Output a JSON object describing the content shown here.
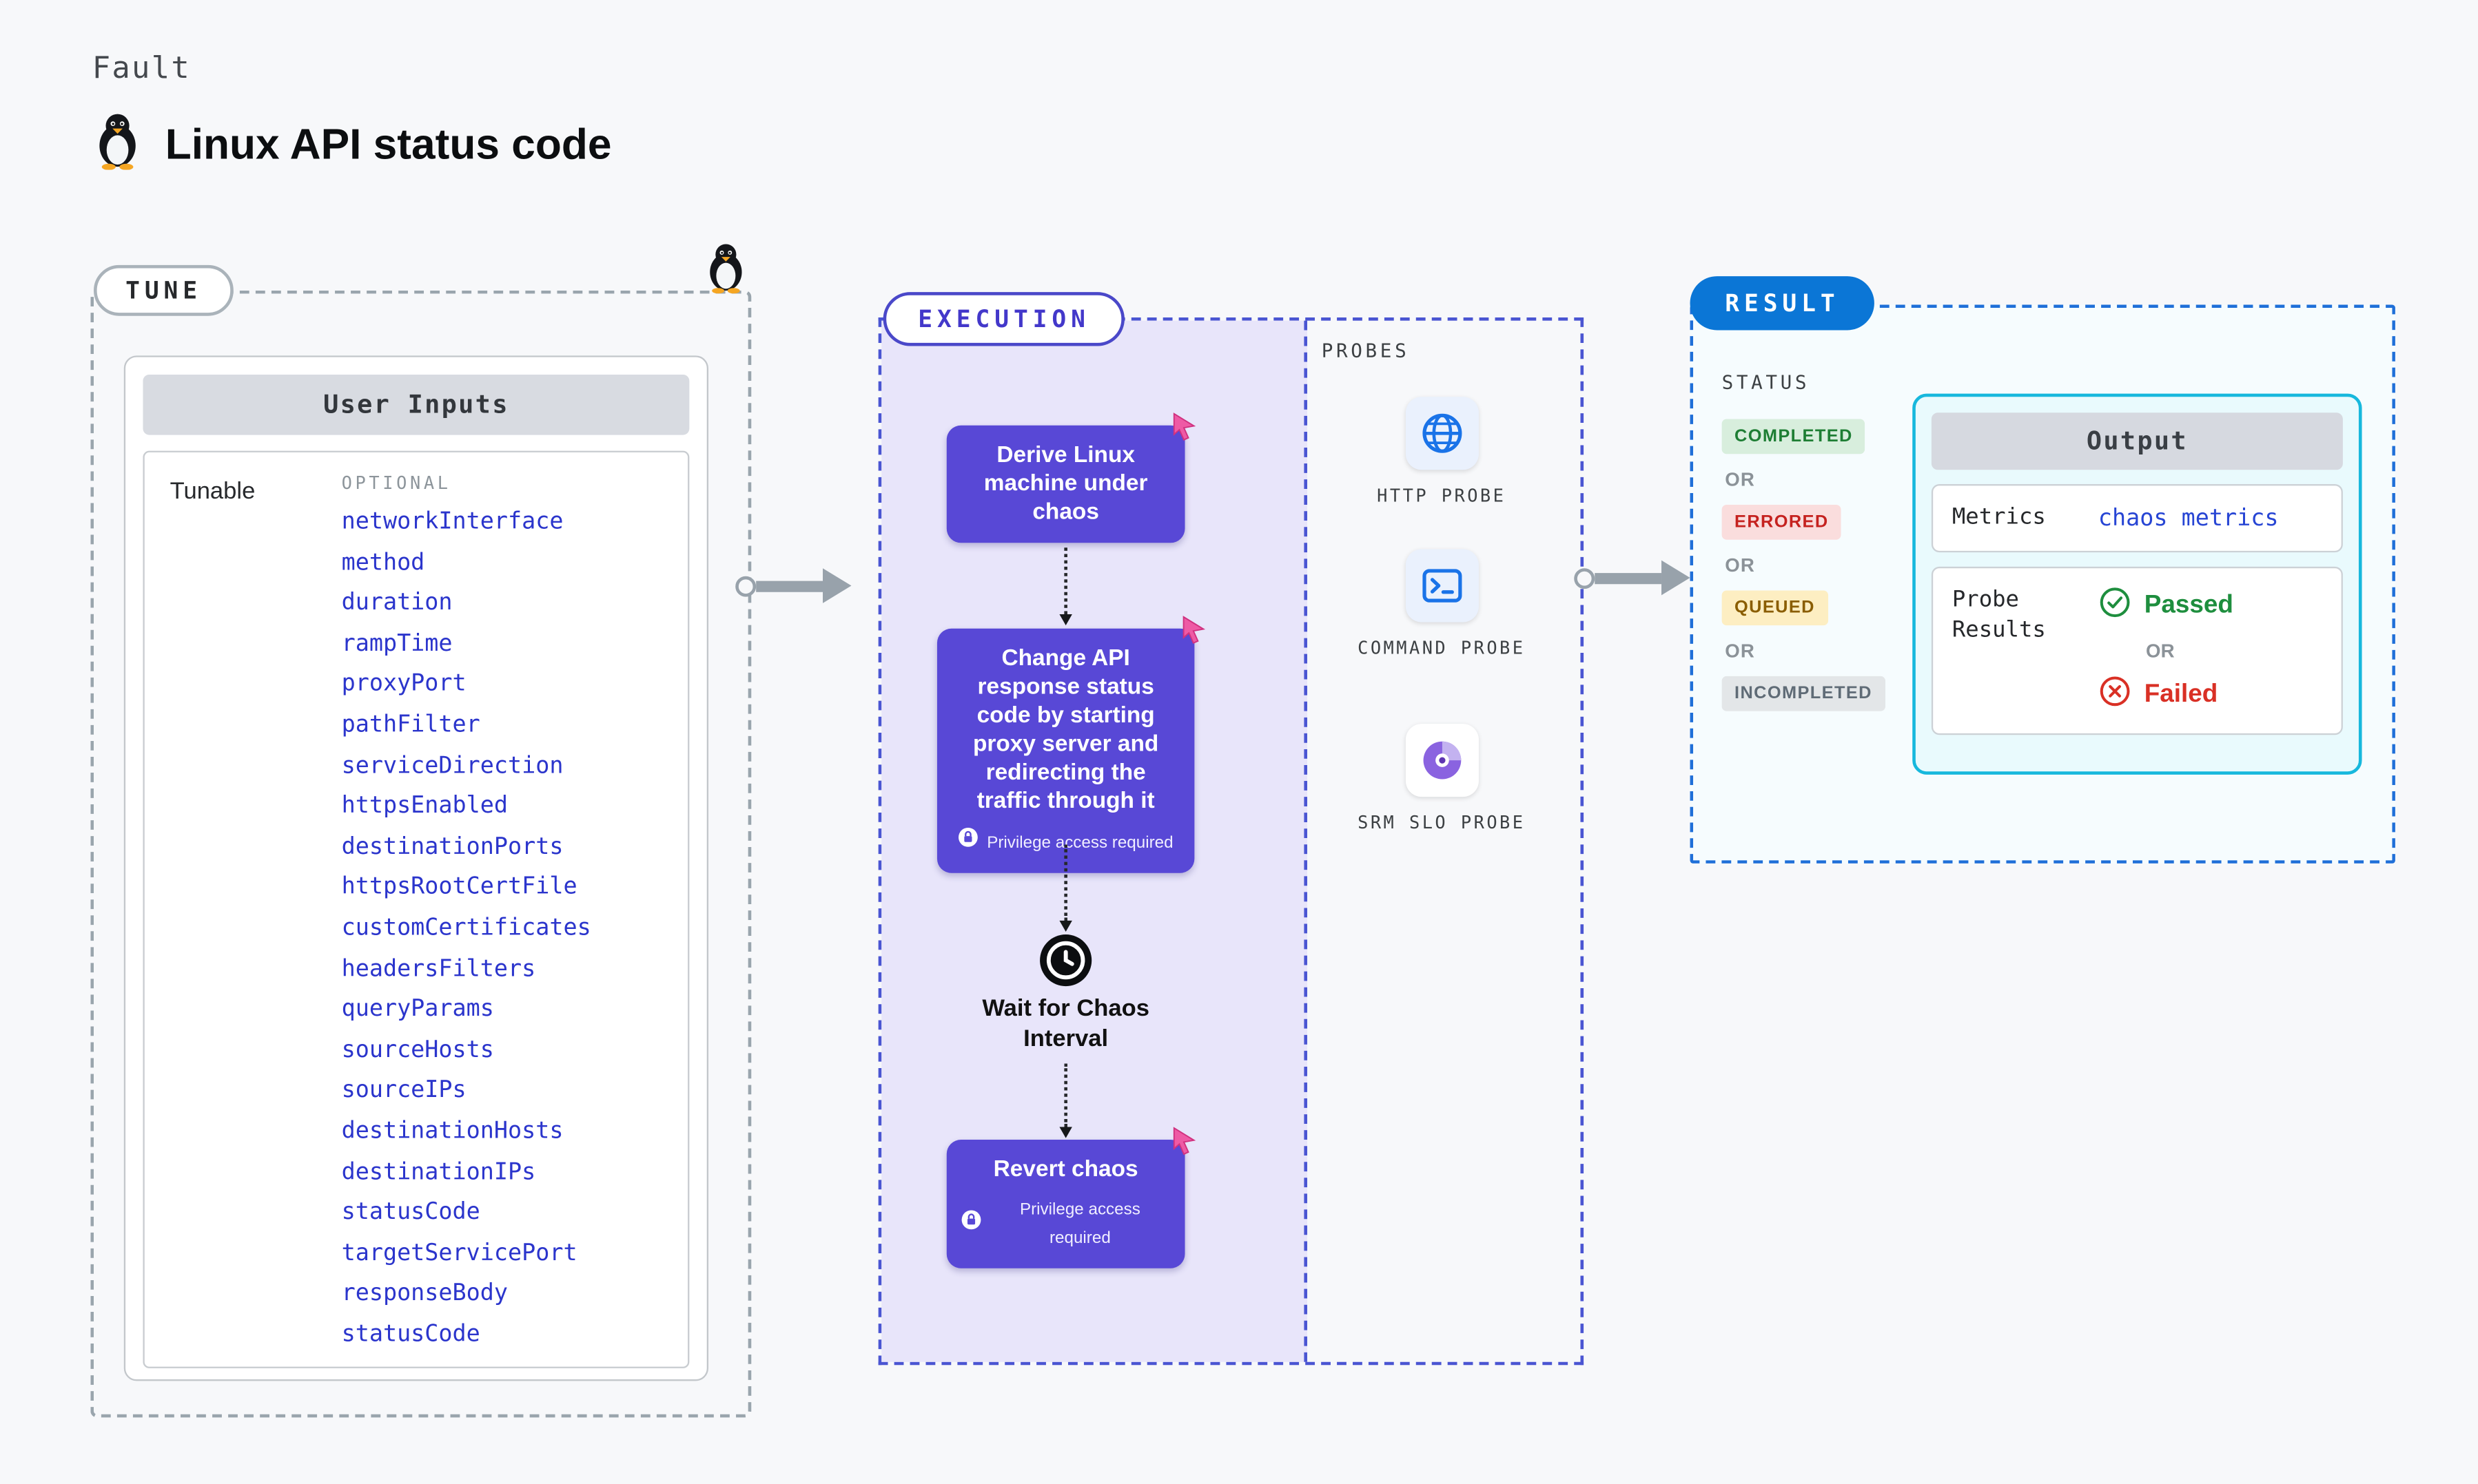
{
  "page": {
    "kicker": "Fault",
    "title": "Linux API status code"
  },
  "colors": {
    "step_purple": "#5848d6",
    "execution_bg": "#e8e5fa",
    "execution_border": "#4a55d2",
    "result_blue": "#0b76d6",
    "output_cyan_border": "#17b8dd",
    "link_blue": "#2b35cc",
    "completed_green": "#1e7e34",
    "errored_red": "#c5221f",
    "queued_amber": "#8a5d00",
    "incompleted_gray": "#5f6b76"
  },
  "tune": {
    "label": "TUNE",
    "user_inputs": {
      "header": "User Inputs",
      "row_label": "Tunable",
      "column_label": "OPTIONAL",
      "tunables": [
        "networkInterface",
        "method",
        "duration",
        "rampTime",
        "proxyPort",
        "pathFilter",
        "serviceDirection",
        "httpsEnabled",
        "destinationPorts",
        "httpsRootCertFile",
        "customCertificates",
        "headersFilters",
        "queryParams",
        "sourceHosts",
        "sourceIPs",
        "destinationHosts",
        "destinationIPs",
        "statusCode",
        "targetServicePort",
        "responseBody",
        "statusCode"
      ]
    }
  },
  "execution": {
    "label": "EXECUTION",
    "steps": [
      {
        "type": "action",
        "text": "Derive Linux machine under chaos"
      },
      {
        "type": "action",
        "text": "Change API response status code by starting proxy server and redirecting the traffic through it",
        "privilege_label": "Privilege access required"
      },
      {
        "type": "wait",
        "text": "Wait for Chaos Interval"
      },
      {
        "type": "action",
        "text": "Revert chaos",
        "privilege_label": "Privilege access required"
      }
    ]
  },
  "probes": {
    "label": "PROBES",
    "items": [
      {
        "name": "HTTP PROBE",
        "icon": "globe-icon"
      },
      {
        "name": "COMMAND PROBE",
        "icon": "terminal-icon"
      },
      {
        "name": "SRM SLO PROBE",
        "icon": "srm-slo-icon"
      }
    ]
  },
  "result": {
    "label": "RESULT",
    "status": {
      "label": "STATUS",
      "or_label": "OR",
      "badges": [
        {
          "text": "COMPLETED",
          "color": "green"
        },
        {
          "text": "ERRORED",
          "color": "red"
        },
        {
          "text": "QUEUED",
          "color": "yellow"
        },
        {
          "text": "INCOMPLETED",
          "color": "gray"
        }
      ]
    },
    "output": {
      "header": "Output",
      "metrics_label": "Metrics",
      "metrics_value": "chaos metrics",
      "probe_results_label": "Probe Results",
      "passed_label": "Passed",
      "or_label": "OR",
      "failed_label": "Failed"
    }
  }
}
